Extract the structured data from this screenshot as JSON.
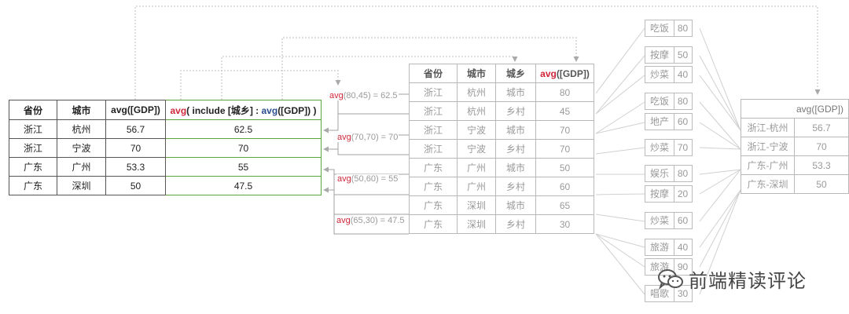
{
  "main_table": {
    "headers": [
      "省份",
      "城市",
      "avg([GDP])"
    ],
    "expr": {
      "fn1": "avg",
      "mid": "( include [城乡] : ",
      "fn2": "avg",
      "tail": "([GDP]) )"
    },
    "rows": [
      [
        "浙江",
        "杭州",
        "56.7",
        "62.5"
      ],
      [
        "浙江",
        "宁波",
        "70",
        "70"
      ],
      [
        "广东",
        "广州",
        "53.3",
        "55"
      ],
      [
        "广东",
        "深圳",
        "50",
        "47.5"
      ]
    ]
  },
  "formulas": [
    {
      "fn": "avg",
      "rest": "(80,45) = 62.5"
    },
    {
      "fn": "avg",
      "rest": "(70,70) = 70"
    },
    {
      "fn": "avg",
      "rest": "(50,60) = 55"
    },
    {
      "fn": "avg",
      "rest": "(65,30) = 47.5"
    }
  ],
  "detail_table": {
    "headers": [
      "省份",
      "城市",
      "城乡"
    ],
    "header_avg": {
      "fn": "avg",
      "rest": "([GDP])"
    },
    "rows": [
      [
        "浙江",
        "杭州",
        "城市",
        "80"
      ],
      [
        "浙江",
        "杭州",
        "乡村",
        "45"
      ],
      [
        "浙江",
        "宁波",
        "城市",
        "70"
      ],
      [
        "浙江",
        "宁波",
        "乡村",
        "70"
      ],
      [
        "广东",
        "广州",
        "城市",
        "50"
      ],
      [
        "广东",
        "广州",
        "乡村",
        "60"
      ],
      [
        "广东",
        "深圳",
        "城市",
        "65"
      ],
      [
        "广东",
        "深圳",
        "乡村",
        "30"
      ]
    ]
  },
  "raw_items": [
    {
      "name": "吃饭",
      "value": "80"
    },
    {
      "name": "按摩",
      "value": "50"
    },
    {
      "name": "炒菜",
      "value": "40"
    },
    {
      "name": "吃饭",
      "value": "80"
    },
    {
      "name": "地产",
      "value": "60"
    },
    {
      "name": "炒菜",
      "value": "70"
    },
    {
      "name": "娱乐",
      "value": "80"
    },
    {
      "name": "按摩",
      "value": "20"
    },
    {
      "name": "炒菜",
      "value": "60"
    },
    {
      "name": "旅游",
      "value": "40"
    },
    {
      "name": "旅游",
      "value": "90"
    },
    {
      "name": "唱歌",
      "value": "30"
    }
  ],
  "agg_table": {
    "header": "avg([GDP])",
    "rows": [
      [
        "浙江-杭州",
        "56.7"
      ],
      [
        "浙江-宁波",
        "70"
      ],
      [
        "广东-广州",
        "53.3"
      ],
      [
        "广东-深圳",
        "50"
      ]
    ]
  },
  "watermark": {
    "text": "前端精读评论",
    "icon": "wechat-icon"
  },
  "colors": {
    "accent_red": "#d0273a",
    "accent_blue": "#2a4f8f",
    "highlight_green": "#5ba33a",
    "line_gray": "#b0b0b0"
  }
}
